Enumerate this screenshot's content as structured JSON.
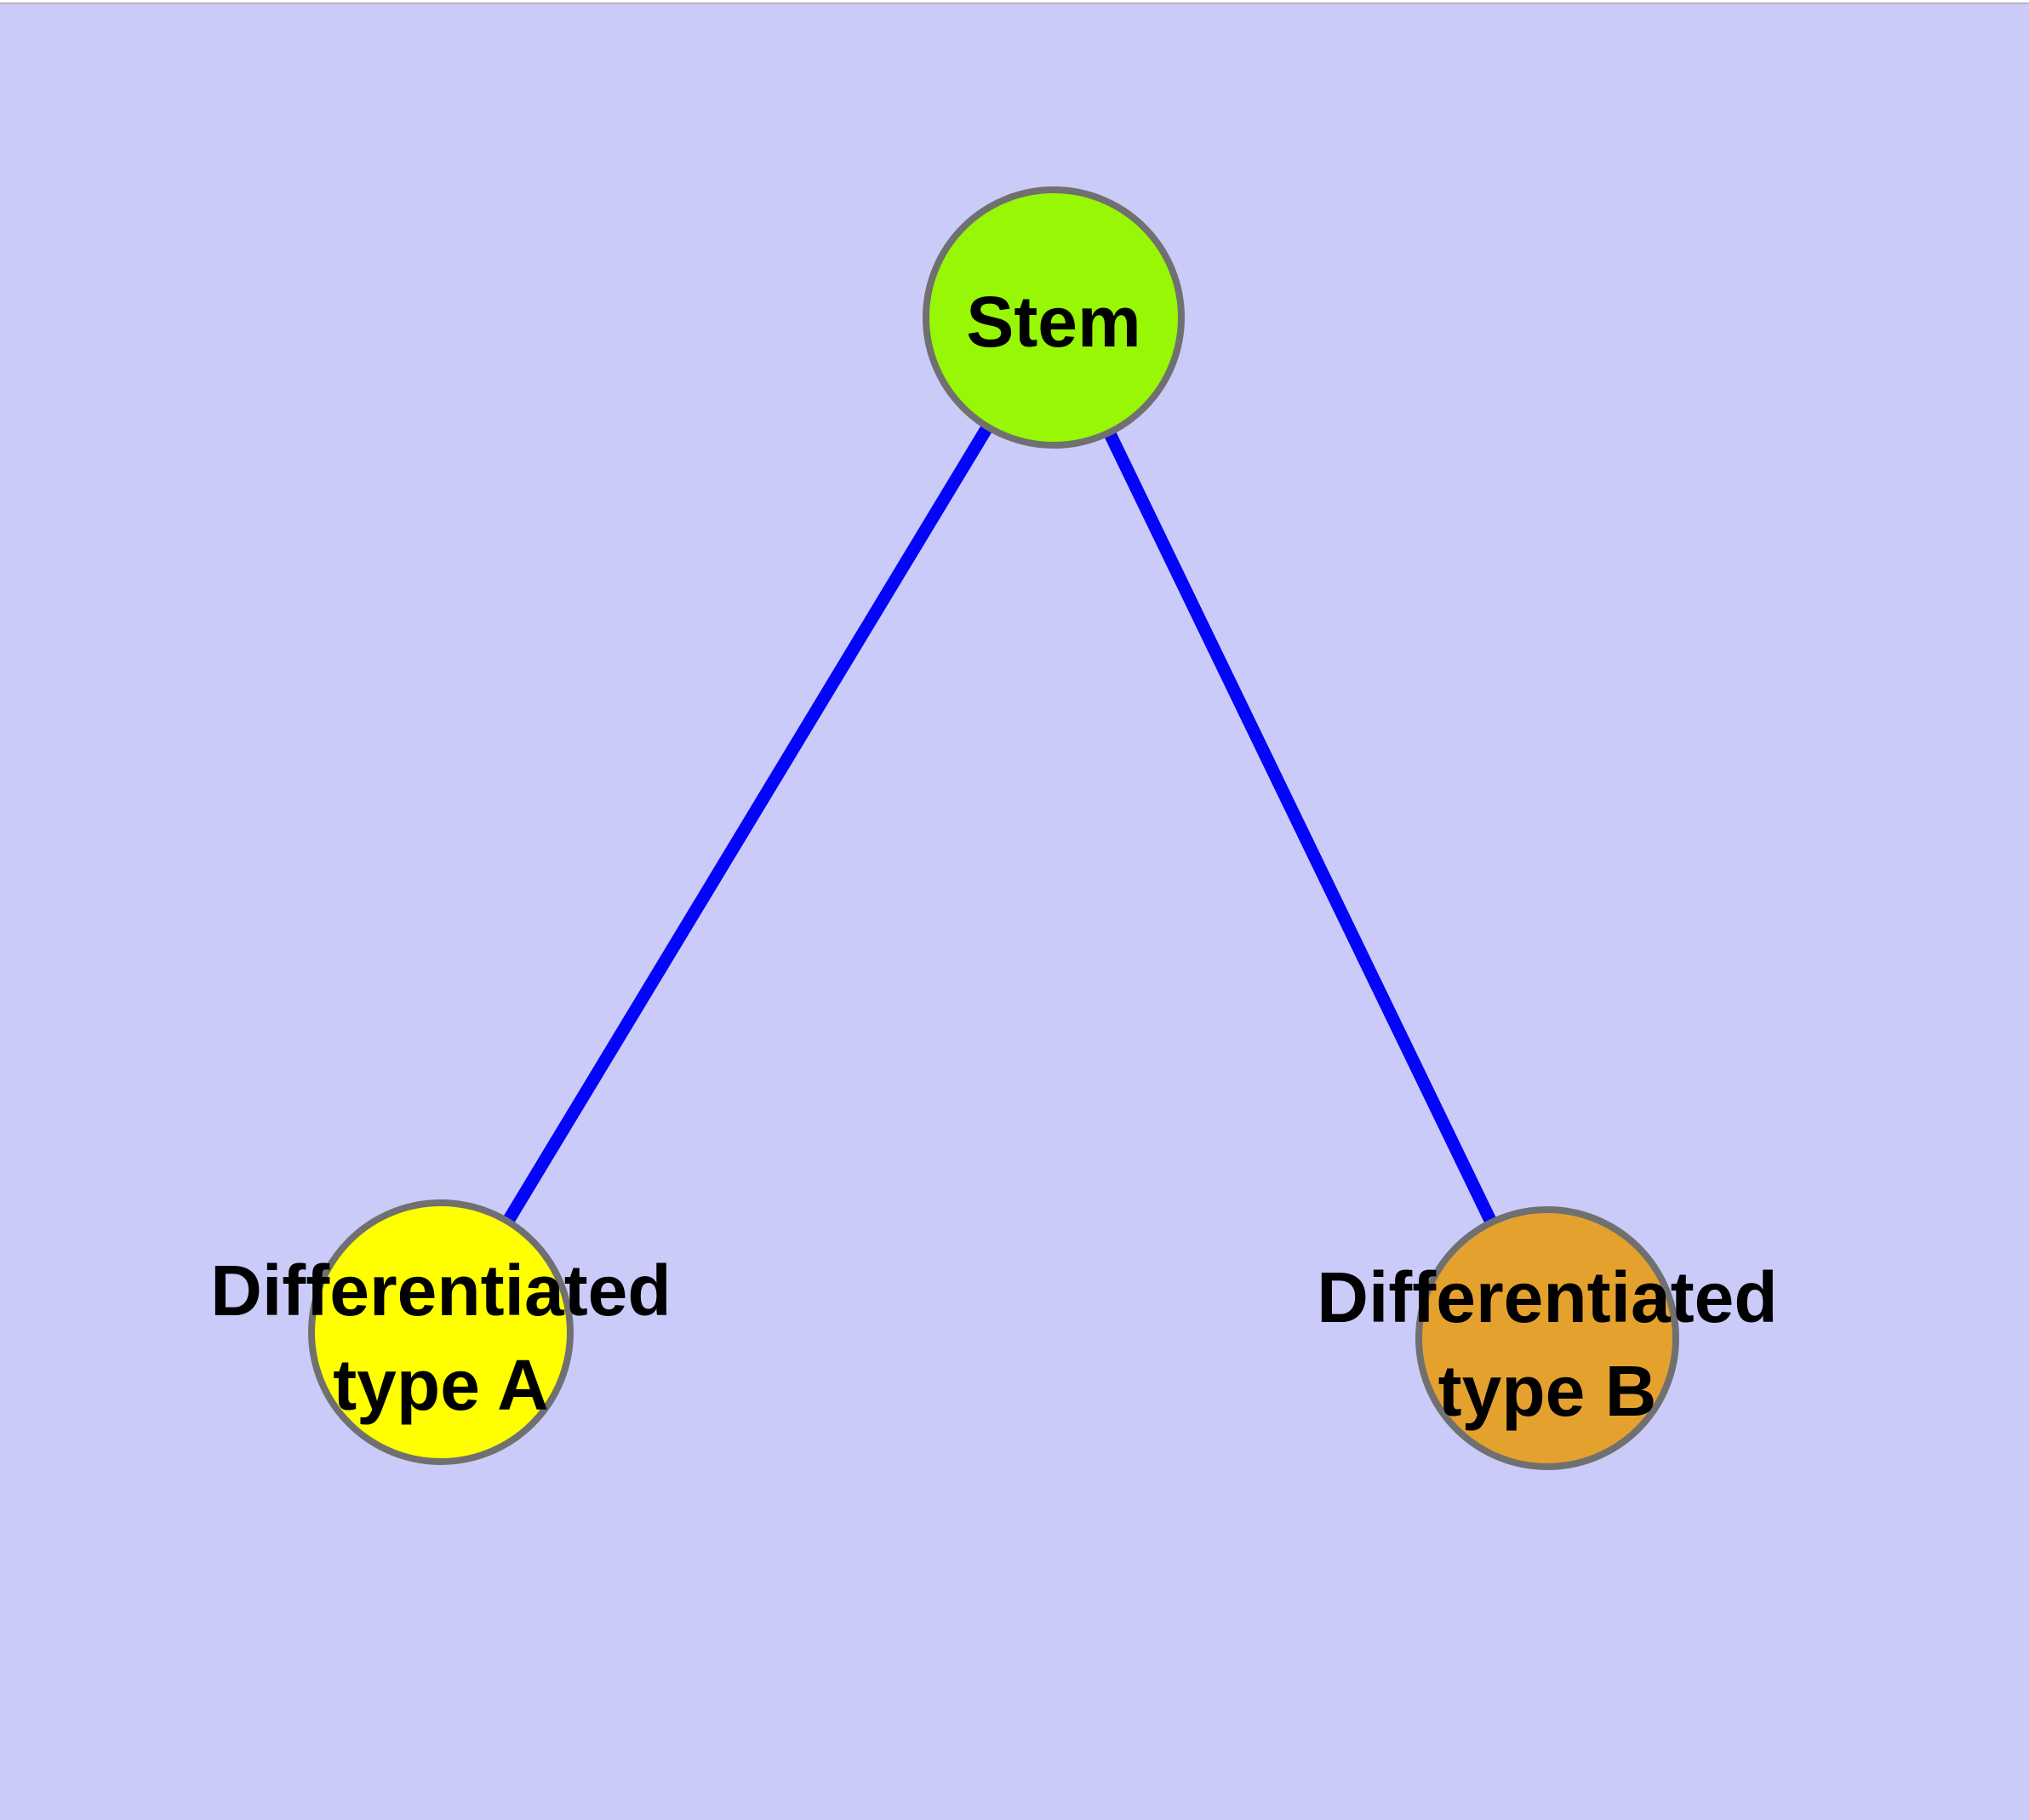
{
  "colors": {
    "background": "#CBCBF9",
    "top_strip": "#FFFFFF",
    "top_strip_hairline": "#A9A9B4",
    "edge": "#0404F8",
    "node_border": "#707070",
    "label_text": "#000000"
  },
  "graph": {
    "nodes": [
      {
        "id": "stem",
        "label": "Stem",
        "label_lines": [
          "Stem"
        ],
        "fill": "#97F705"
      },
      {
        "id": "differentiated-type-a",
        "label": "Differentiated type A",
        "label_lines": [
          "Differentiated",
          "type A"
        ],
        "fill": "#FFFF00"
      },
      {
        "id": "differentiated-type-b",
        "label": "Differentiated type B",
        "label_lines": [
          "Differentiated",
          "type B"
        ],
        "fill": "#E5A12E"
      }
    ],
    "edges": [
      {
        "from": "Stem",
        "to": "Differentiated type A"
      },
      {
        "from": "Stem",
        "to": "Differentiated type B"
      }
    ]
  }
}
